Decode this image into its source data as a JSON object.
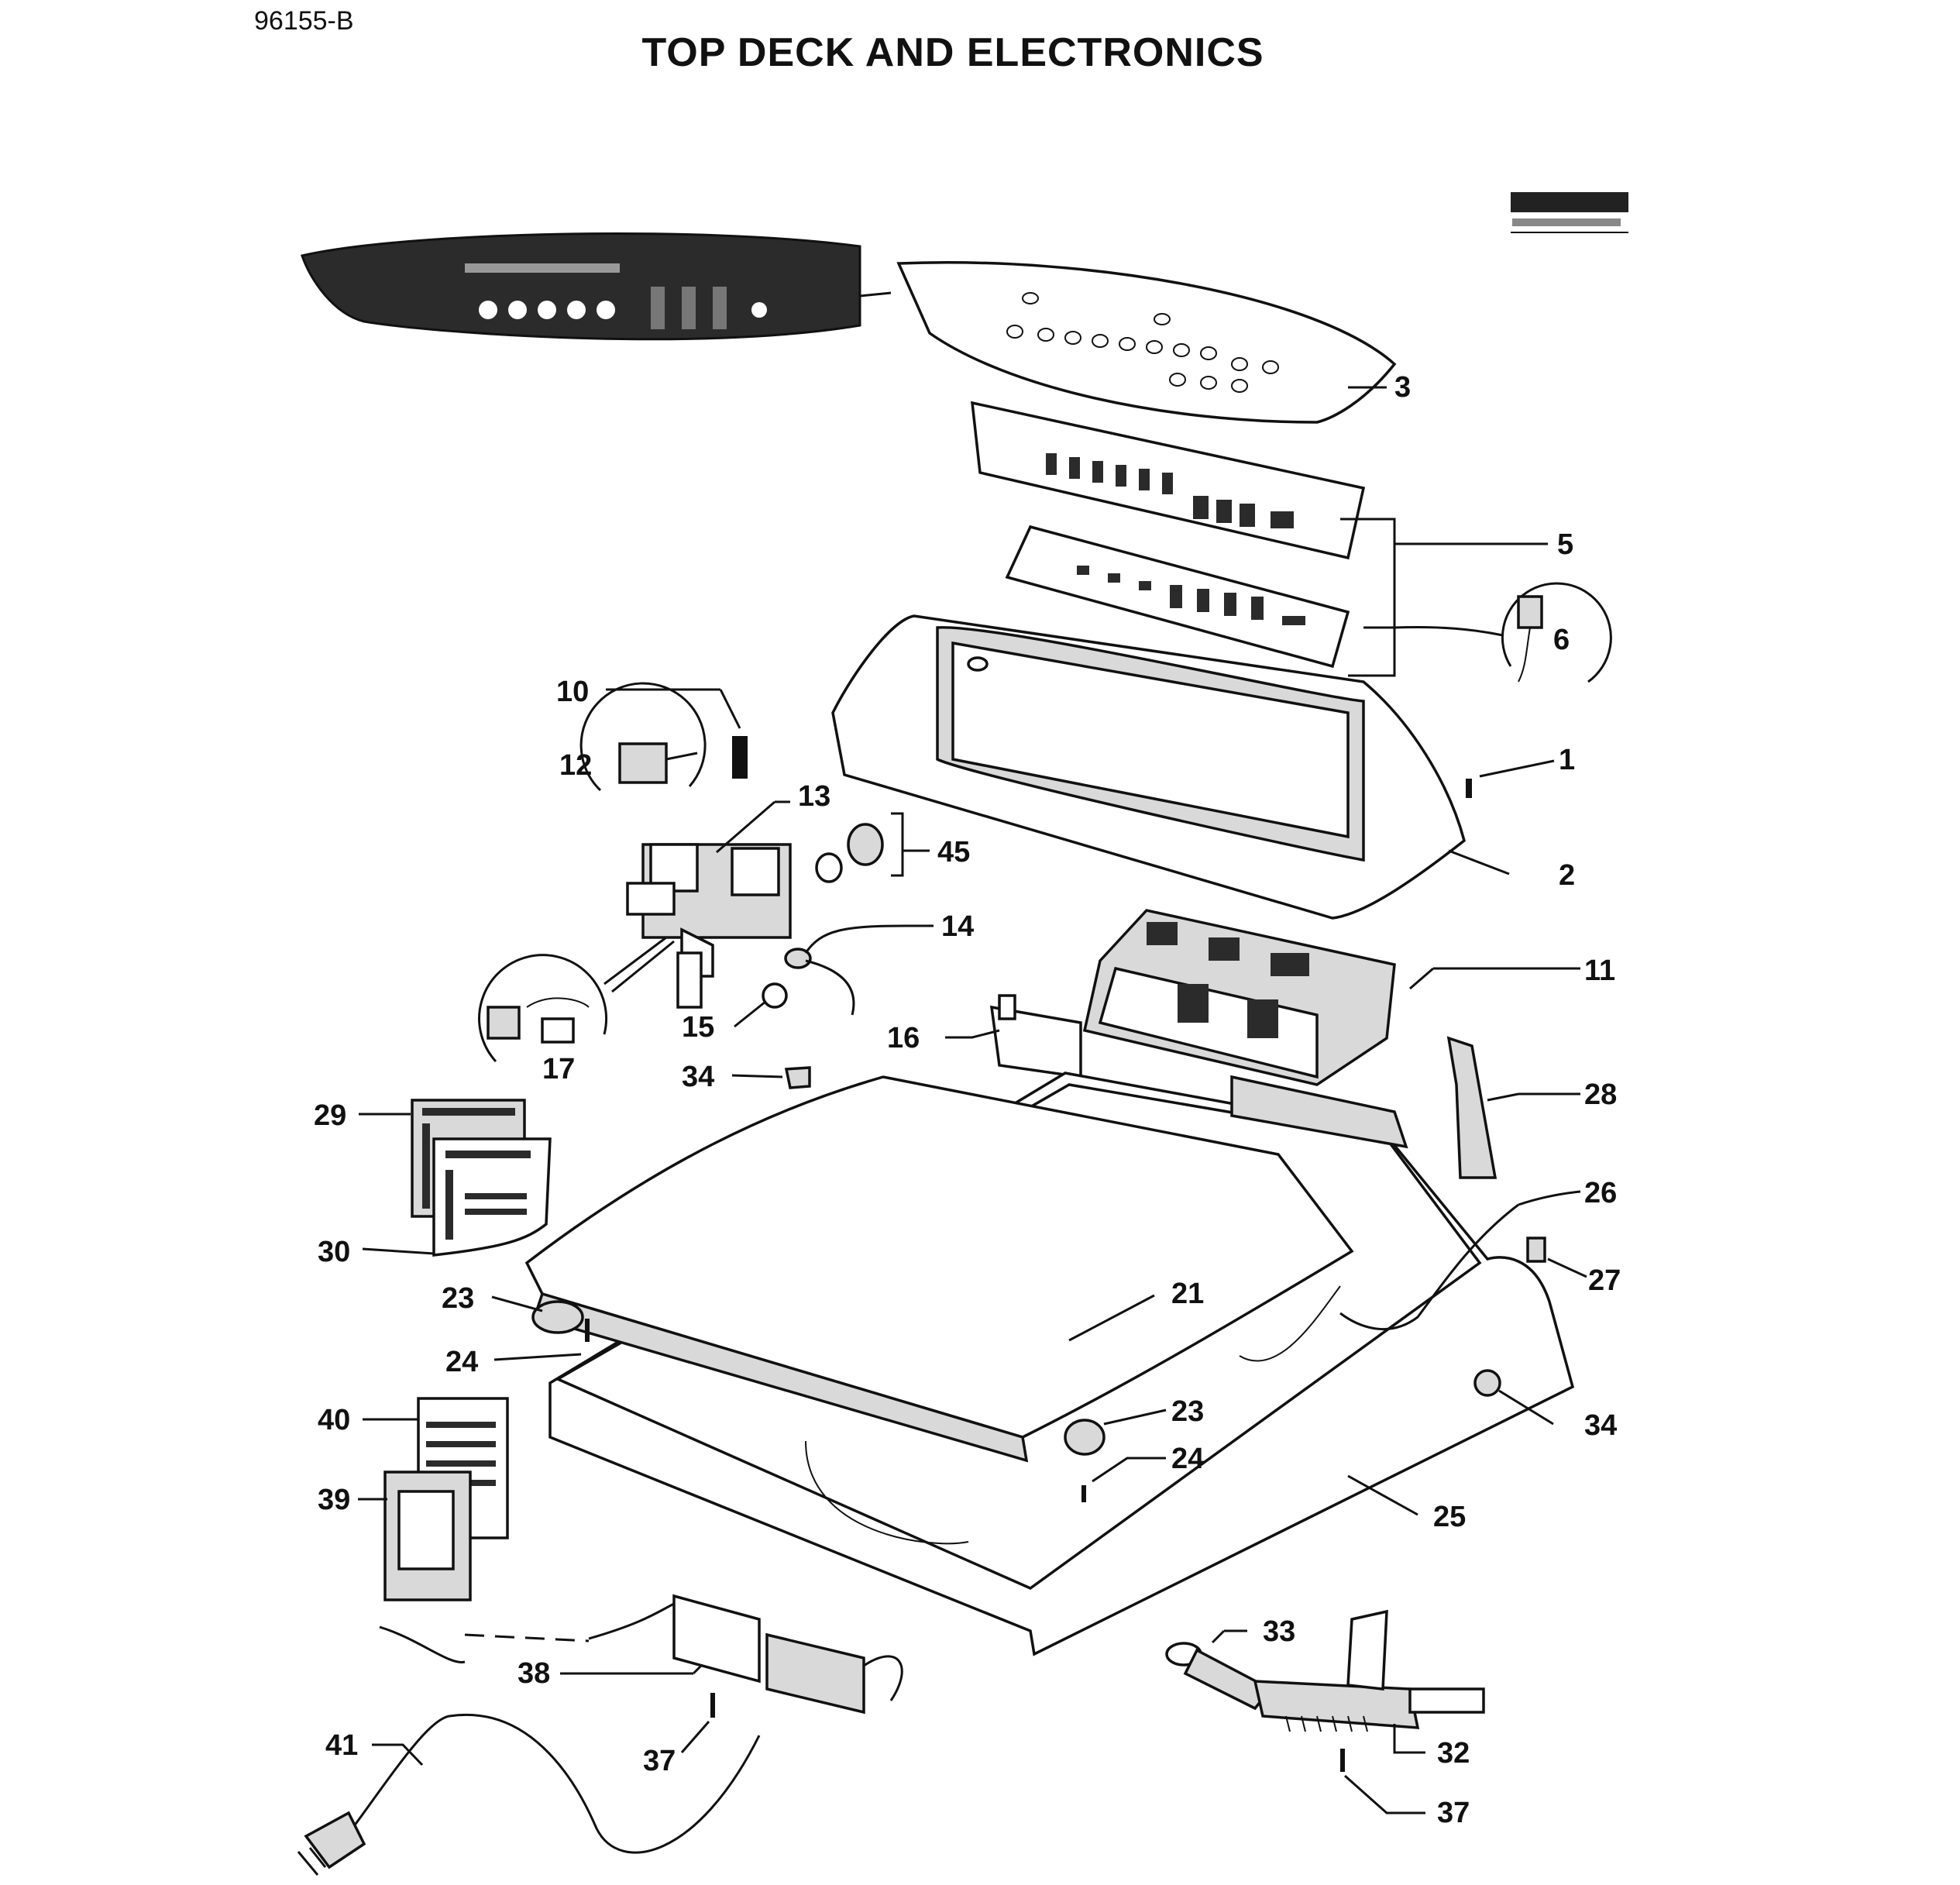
{
  "doc_id": "96155-B",
  "title": "TOP DECK AND ELECTRONICS",
  "callouts": [
    "3",
    "5",
    "6",
    "10",
    "12",
    "13",
    "1",
    "45",
    "2",
    "14",
    "11",
    "17",
    "15",
    "16",
    "34",
    "29",
    "28",
    "26",
    "30",
    "23",
    "21",
    "27",
    "24",
    "40",
    "23",
    "24",
    "34",
    "39",
    "25",
    "33",
    "38",
    "32",
    "41",
    "37",
    "37"
  ],
  "colors": {
    "ink": "#111111",
    "paper": "#ffffff",
    "shade": "#d9d9d9",
    "dark": "#2b2b2b"
  }
}
